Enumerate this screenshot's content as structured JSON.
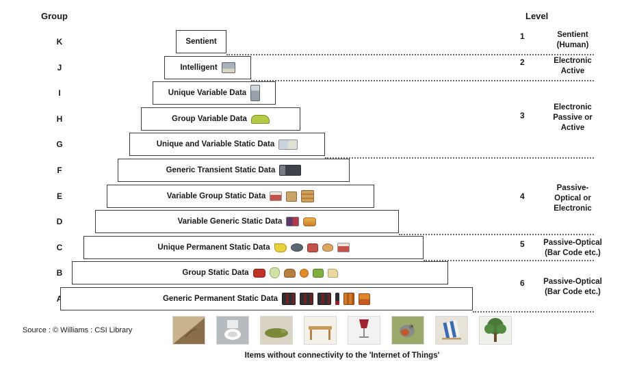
{
  "header": {
    "group": "Group",
    "level": "Level"
  },
  "pyramid": {
    "rows": [
      {
        "group": "K",
        "label": "Sentient",
        "icons": []
      },
      {
        "group": "J",
        "label": "Intelligent",
        "icons": [
          "computer-icon"
        ]
      },
      {
        "group": "I",
        "label": "Unique Variable Data",
        "icons": [
          "appliance-icon"
        ]
      },
      {
        "group": "H",
        "label": "Group Variable Data",
        "icons": [
          "car-icon"
        ]
      },
      {
        "group": "G",
        "label": "Unique and Variable Static Data",
        "icons": [
          "banknotes-icon"
        ]
      },
      {
        "group": "F",
        "label": "Generic Transient Static Data",
        "icons": [
          "truck-icon"
        ]
      },
      {
        "group": "E",
        "label": "Variable Group Static Data",
        "icons": [
          "meat-pack-icon",
          "carton-box-icon",
          "pallet-icon"
        ]
      },
      {
        "group": "D",
        "label": "Variable Generic Static Data",
        "icons": [
          "berries-pack-icon",
          "pastry-icon"
        ]
      },
      {
        "group": "C",
        "label": "Unique Permanent Static Data",
        "icons": [
          "banana-icon",
          "fish-icon",
          "meat-icon",
          "bread-roll-icon",
          "meat-pack-icon"
        ]
      },
      {
        "group": "B",
        "label": "Group Static Data",
        "icons": [
          "tomatoes-icon",
          "fennel-icon",
          "bread-icon",
          "orange-icon",
          "greens-pack-icon",
          "cheese-icon"
        ]
      },
      {
        "group": "A",
        "label": "Generic Permanent Static Data",
        "icons": [
          "canned-goods-icon",
          "canned-goods-icon",
          "canned-goods-icon",
          "wine-bottle-icon",
          "sauce-bottles-icon",
          "juice-carton-icon"
        ]
      }
    ]
  },
  "levels": [
    {
      "number": "1",
      "label": "Sentient\n(Human)"
    },
    {
      "number": "2",
      "label": "Electronic\nActive"
    },
    {
      "number": "3",
      "label": "Electronic\nPassive or\nActive"
    },
    {
      "number": "4",
      "label": "Passive-\nOptical or\nElectronic"
    },
    {
      "number": "5",
      "label": "Passive-Optical\n(Bar Code etc.)"
    },
    {
      "number": "6",
      "label": "Passive-Optical\n(Bar Code etc.)"
    }
  ],
  "source": "Source : © Williams : CSI Library",
  "caption": "Items without connectivity to the 'Internet of Things'",
  "photos": [
    "fossil-leaf",
    "toilet",
    "slug",
    "wooden-table",
    "wine-glass",
    "robin-bird",
    "deck-chair",
    "tree"
  ]
}
